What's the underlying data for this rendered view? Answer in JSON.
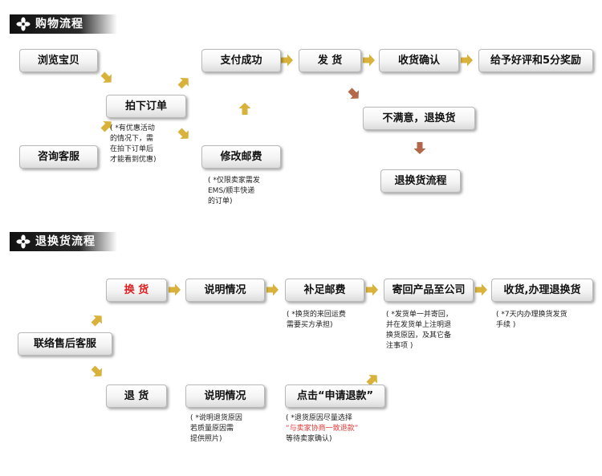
{
  "sections": {
    "purchase_title": "购物流程",
    "return_title": "退换货流程"
  },
  "purchase": {
    "browse": "浏览宝贝",
    "consult": "咨询客服",
    "place_order": "拍下订单",
    "modify_postage": "修改邮费",
    "payment_success": "支付成功",
    "ship": "发 货",
    "confirm_receipt": "收货确认",
    "give_rating": "给予好评和5分奖励",
    "not_satisfied": "不满意，退换货",
    "return_process": "退换货流程",
    "note_order": [
      "( *有优惠活动",
      "的情况下，需",
      "在拍下订单后",
      "才能看到优惠)"
    ],
    "note_postage": [
      "( *仅限卖家需发",
      "EMS/顺丰快递",
      "的订单)"
    ]
  },
  "returns": {
    "after_sales": "联络售后客服",
    "exchange": "换 货",
    "refund": "退 货",
    "explain_1": "说明情况",
    "explain_2": "说明情况",
    "add_postage": "补足邮费",
    "apply_refund": "点击“申请退款”",
    "send_back": "寄回产品至公司",
    "receive_process": "收货,办理退换货",
    "note_add_postage": [
      "( *换货的来回运费",
      "需要买方承担)"
    ],
    "note_send_back": [
      "( *发货单一并寄回，",
      "并在发货单上注明退",
      "换货原因，及其它备",
      "注事项 )"
    ],
    "note_receive": [
      "( *7天内办理换货发货",
      "手续 )"
    ],
    "note_refund": [
      "( *说明退货原因",
      "若质量原因需",
      "提供照片)"
    ],
    "note_apply_refund": [
      "( *退货原因尽量选择",
      "“与卖家协商一致退款”",
      "等待卖家确认)"
    ]
  },
  "colors": {
    "arrow_gold": "#d8b23a",
    "arrow_brown": "#b4684a",
    "exchange_text": "#e01c1c"
  }
}
